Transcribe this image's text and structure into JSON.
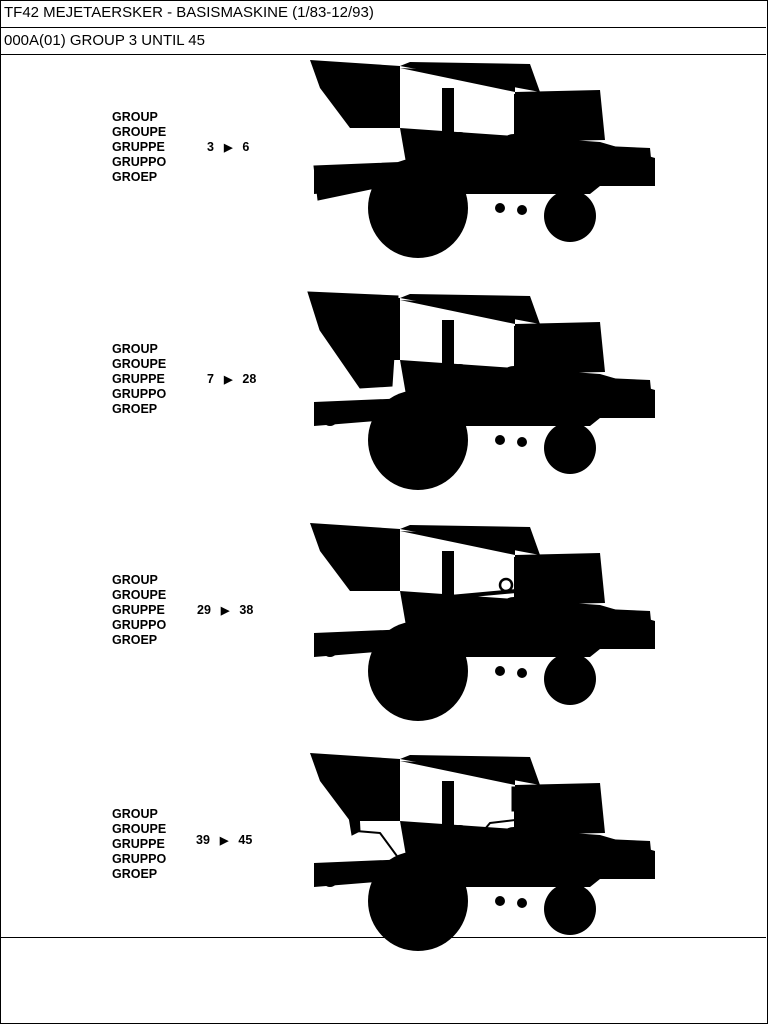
{
  "header": {
    "title": "TF42 MEJETAERSKER - BASISMASKINE (1/83-12/93)",
    "subtitle": "000A(01) GROUP 3 UNTIL 45"
  },
  "language_labels": [
    "GROUP",
    "GROUPE",
    "GRUPPE",
    "GRUPPO",
    "GROEP"
  ],
  "sections": [
    {
      "from": "3",
      "to": "6",
      "highlight": "header-feeder"
    },
    {
      "from": "7",
      "to": "28",
      "highlight": "grain-tank"
    },
    {
      "from": "29",
      "to": "38",
      "highlight": "drive-belts"
    },
    {
      "from": "39",
      "to": "45",
      "highlight": "hydraulics"
    }
  ],
  "icons": {
    "arrow": "right-triangle-icon"
  }
}
